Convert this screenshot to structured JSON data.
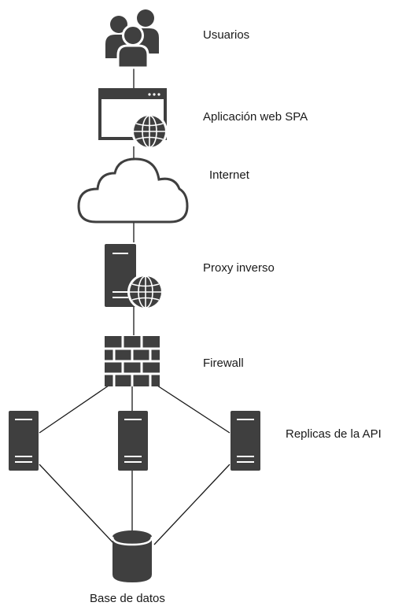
{
  "nodes": {
    "users": {
      "label": "Usuarios",
      "icon": "users-icon"
    },
    "spa": {
      "label": "Aplicación web SPA",
      "icon": "browser-globe-icon"
    },
    "internet": {
      "label": "Internet",
      "icon": "cloud-icon"
    },
    "proxy": {
      "label": "Proxy inverso",
      "icon": "server-globe-icon"
    },
    "firewall": {
      "label": "Firewall",
      "icon": "brick-wall-icon"
    },
    "api_replicas": {
      "label": "Replicas de la API",
      "icon": "server-icon"
    },
    "database": {
      "label": "Base de datos",
      "icon": "database-icon"
    }
  },
  "colors": {
    "icon_fill": "#3f3f3f",
    "icon_accent": "#ffffff",
    "line": "#1a1a1a",
    "text": "#1a1a1a"
  }
}
